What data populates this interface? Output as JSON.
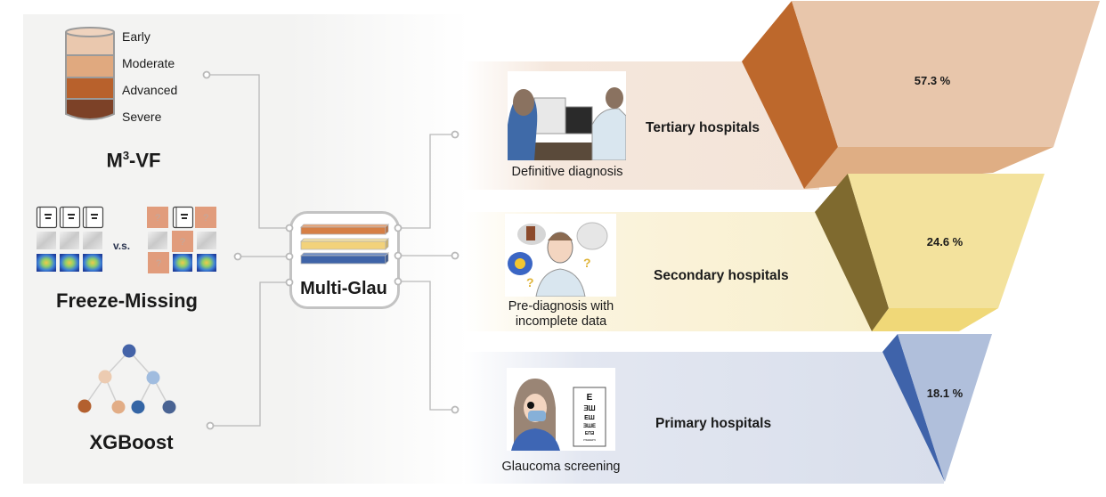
{
  "methods": {
    "m3vf": {
      "title_main": "M",
      "title_sup": "3",
      "title_rest": "-VF",
      "stages": [
        "Early",
        "Moderate",
        "Advanced",
        "Severe"
      ],
      "stage_colors": [
        "#eac8ae",
        "#e0a97f",
        "#b8612c",
        "#7c4127"
      ]
    },
    "freeze_missing": {
      "title": "Freeze-Missing",
      "vs_label": "v.s.",
      "missing_symbol": "?"
    },
    "xgboost": {
      "title": "XGBoost"
    }
  },
  "model": {
    "title": "Multi-Glau",
    "bar_colors": [
      "#d67f45",
      "#f2d27a",
      "#3f64a8"
    ]
  },
  "tiers": [
    {
      "hospital": "Tertiary hospitals",
      "caption": "Definitive diagnosis",
      "percent_label": "57.3 %"
    },
    {
      "hospital": "Secondary hospitals",
      "caption_line1": "Pre-diagnosis with",
      "caption_line2": "incomplete data",
      "percent_label": "24.6 %"
    },
    {
      "hospital": "Primary hospitals",
      "caption": "Glaucoma screening",
      "percent_label": "18.1 %"
    }
  ],
  "chart_data": {
    "type": "funnel",
    "categories": [
      "Tertiary hospitals",
      "Secondary hospitals",
      "Primary hospitals"
    ],
    "values": [
      57.3,
      24.6,
      18.1
    ],
    "unit": "%",
    "colors": {
      "tertiary": {
        "front": "#e8c6ab",
        "side": "#bd682c",
        "bottom": "#dfae84"
      },
      "secondary": {
        "front": "#f3e29d",
        "side": "#7f6a2f",
        "bottom": "#f0d878"
      },
      "primary": {
        "front": "#b0bfdb",
        "side": "#3f63aa"
      }
    }
  }
}
